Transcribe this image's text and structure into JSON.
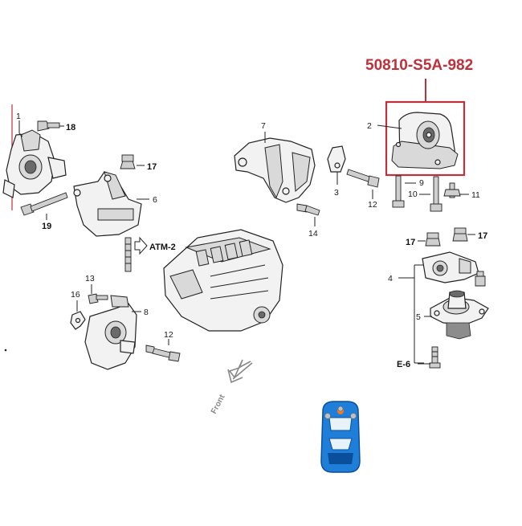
{
  "highlight": {
    "part_number": "50810-S5A-982",
    "color": "#c0303a"
  },
  "callouts": {
    "c1": "1",
    "c2": "2",
    "c3": "3",
    "c4": "4",
    "c5": "5",
    "c6": "6",
    "c7": "7",
    "c8": "8",
    "c9": "9",
    "c10": "10",
    "c11": "11",
    "c12a": "12",
    "c12b": "12",
    "c13": "13",
    "c14": "14",
    "c16": "16",
    "c17a": "17",
    "c17b": "17",
    "c17c": "17",
    "c18": "18",
    "c19": "19"
  },
  "references": {
    "atm": "ATM-2",
    "e6": "E-6"
  },
  "front_label": "Front",
  "colors": {
    "car_body": "#1f7fd8",
    "car_dark": "#0a4f9c",
    "car_dot": "#f07b20",
    "line_art": "#222222"
  },
  "icons": [
    "front-direction-arrow-icon",
    "car-topview-icon"
  ]
}
